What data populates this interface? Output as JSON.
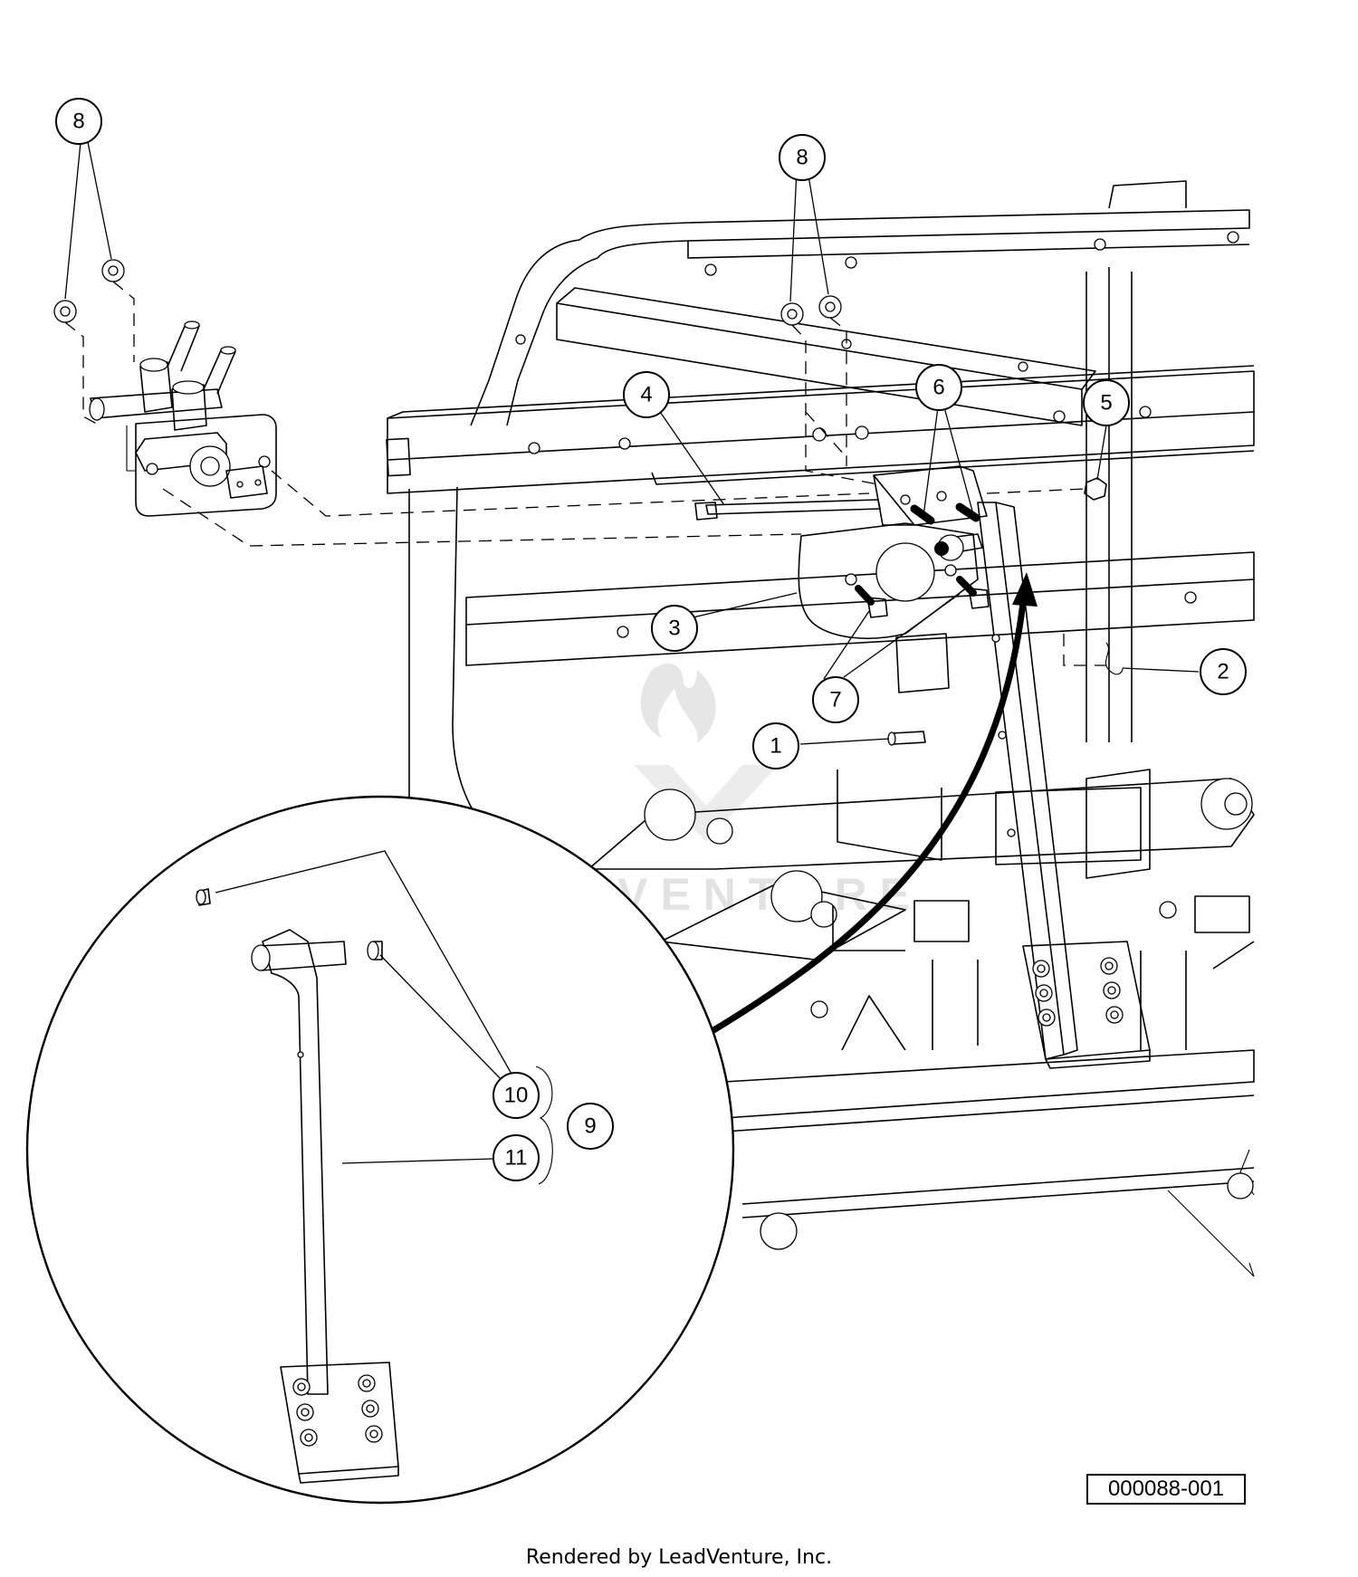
{
  "diagram": {
    "figure_id": "000088-001",
    "footer": "Rendered by LeadVenture, Inc.",
    "watermark": "LEADVENTURE",
    "callouts": [
      {
        "id": "callout-8-left",
        "label": "8"
      },
      {
        "id": "callout-8-right",
        "label": "8"
      },
      {
        "id": "callout-4",
        "label": "4"
      },
      {
        "id": "callout-6",
        "label": "6"
      },
      {
        "id": "callout-5",
        "label": "5"
      },
      {
        "id": "callout-3",
        "label": "3"
      },
      {
        "id": "callout-2",
        "label": "2"
      },
      {
        "id": "callout-7",
        "label": "7"
      },
      {
        "id": "callout-1",
        "label": "1"
      },
      {
        "id": "callout-10",
        "label": "10"
      },
      {
        "id": "callout-9",
        "label": "9"
      },
      {
        "id": "callout-11",
        "label": "11"
      }
    ]
  }
}
